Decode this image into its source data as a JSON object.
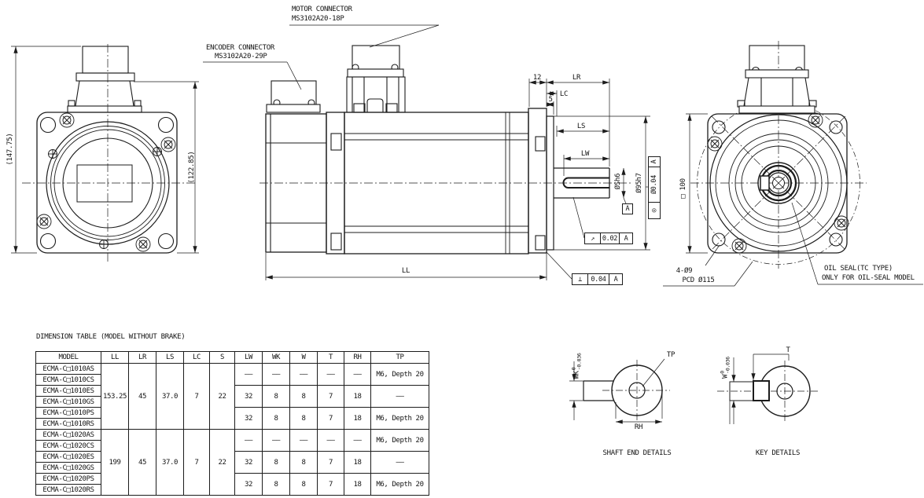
{
  "connector_labels": {
    "motor": [
      "MOTOR CONNECTOR",
      "MS3102A20-18P"
    ],
    "encoder": [
      "ENCODER CONNECTOR",
      "MS3102A20-29P"
    ]
  },
  "front_view": {
    "overall_height": "(147.75)",
    "body_height": "(122.85)"
  },
  "side_view": {
    "dim_12": "12",
    "dim_lr": "LR",
    "dim_lc": "LC",
    "dim_5": "5",
    "dim_ls": "LS",
    "dim_lw": "LW",
    "dim_ll": "LL",
    "shaft_dia": "ØSh6",
    "pilot_dia": "Ø95h7",
    "datum_label": "A",
    "fcf_runout": {
      "sym": "↗",
      "value": "0.02",
      "datum": "A"
    },
    "fcf_perp": {
      "sym": "⊥",
      "value": "0.04",
      "datum": "A"
    },
    "fcf_conc": {
      "sym": "◎",
      "value": "Ø0.04",
      "datum": "A"
    }
  },
  "rear_view": {
    "flange_square": "□ 100",
    "bolt_note": [
      "4-Ø9",
      "PCD Ø115"
    ],
    "oil_seal_note": [
      "OIL SEAL(TC TYPE)",
      "ONLY FOR OIL-SEAL MODEL"
    ]
  },
  "dimension_table": {
    "title": "DIMENSION TABLE (MODEL WITHOUT BRAKE)",
    "headers": [
      "MODEL",
      "LL",
      "LR",
      "LS",
      "LC",
      "S",
      "LW",
      "WK",
      "W",
      "T",
      "RH",
      "TP"
    ],
    "models": [
      "ECMA-C□1010AS",
      "ECMA-C□1010CS",
      "ECMA-C□1010ES",
      "ECMA-C□1010GS",
      "ECMA-C□1010PS",
      "ECMA-C□1010RS",
      "ECMA-C□1020AS",
      "ECMA-C□1020CS",
      "ECMA-C□1020ES",
      "ECMA-C□1020GS",
      "ECMA-C□1020PS",
      "ECMA-C□1020RS"
    ],
    "groups": [
      {
        "LL": "153.25",
        "LR": "45",
        "LS": "37.0",
        "LC": "7",
        "S": "22"
      },
      {
        "LL": "199",
        "LR": "45",
        "LS": "37.0",
        "LC": "7",
        "S": "22"
      }
    ],
    "pairs": [
      {
        "LW": "——",
        "WK": "——",
        "W": "——",
        "T": "——",
        "RH": "——",
        "TP": "M6, Depth 20"
      },
      {
        "LW": "32",
        "WK": "8",
        "W": "8",
        "T": "7",
        "RH": "18",
        "TP": "——"
      },
      {
        "LW": "32",
        "WK": "8",
        "W": "8",
        "T": "7",
        "RH": "18",
        "TP": "M6, Depth 20"
      },
      {
        "LW": "——",
        "WK": "——",
        "W": "——",
        "T": "——",
        "RH": "——",
        "TP": "M6, Depth 20"
      },
      {
        "LW": "32",
        "WK": "8",
        "W": "8",
        "T": "7",
        "RH": "18",
        "TP": "——"
      },
      {
        "LW": "32",
        "WK": "8",
        "W": "8",
        "T": "7",
        "RH": "18",
        "TP": "M6, Depth 20"
      }
    ]
  },
  "shaft_end_detail": {
    "title": "SHAFT END DETAILS",
    "tp": "TP",
    "rh": "RH",
    "wk_sym": "WK",
    "wk_upper": "0",
    "wk_lower": "-0.036"
  },
  "key_detail": {
    "title": "KEY DETAILS",
    "t": "T",
    "w_sym": "W",
    "w_upper": "0",
    "w_lower": "-0.036"
  }
}
